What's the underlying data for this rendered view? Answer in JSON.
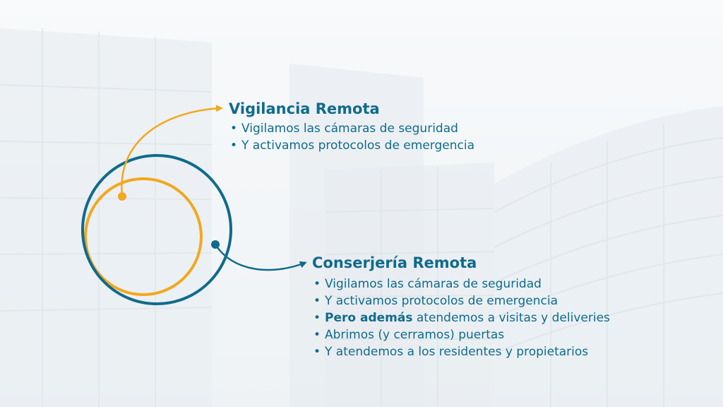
{
  "colors": {
    "accent_blue": "#0f6b8c",
    "accent_yellow": "#f2a81d"
  },
  "vigilancia": {
    "title": "Vigilancia Remota",
    "items": [
      "Vigilamos las cámaras de seguridad",
      "Y activamos protocolos de emergencia"
    ]
  },
  "conserjeria": {
    "title": "Conserjería Remota",
    "items": [
      "Vigilamos las cámaras de seguridad",
      "Y activamos protocolos de emergencia",
      {
        "bold": "Pero además",
        "rest": " atendemos a visitas y deliveries"
      },
      "Abrimos (y cerramos) puertas",
      "Y atendemos a los residentes y propietarios"
    ]
  }
}
